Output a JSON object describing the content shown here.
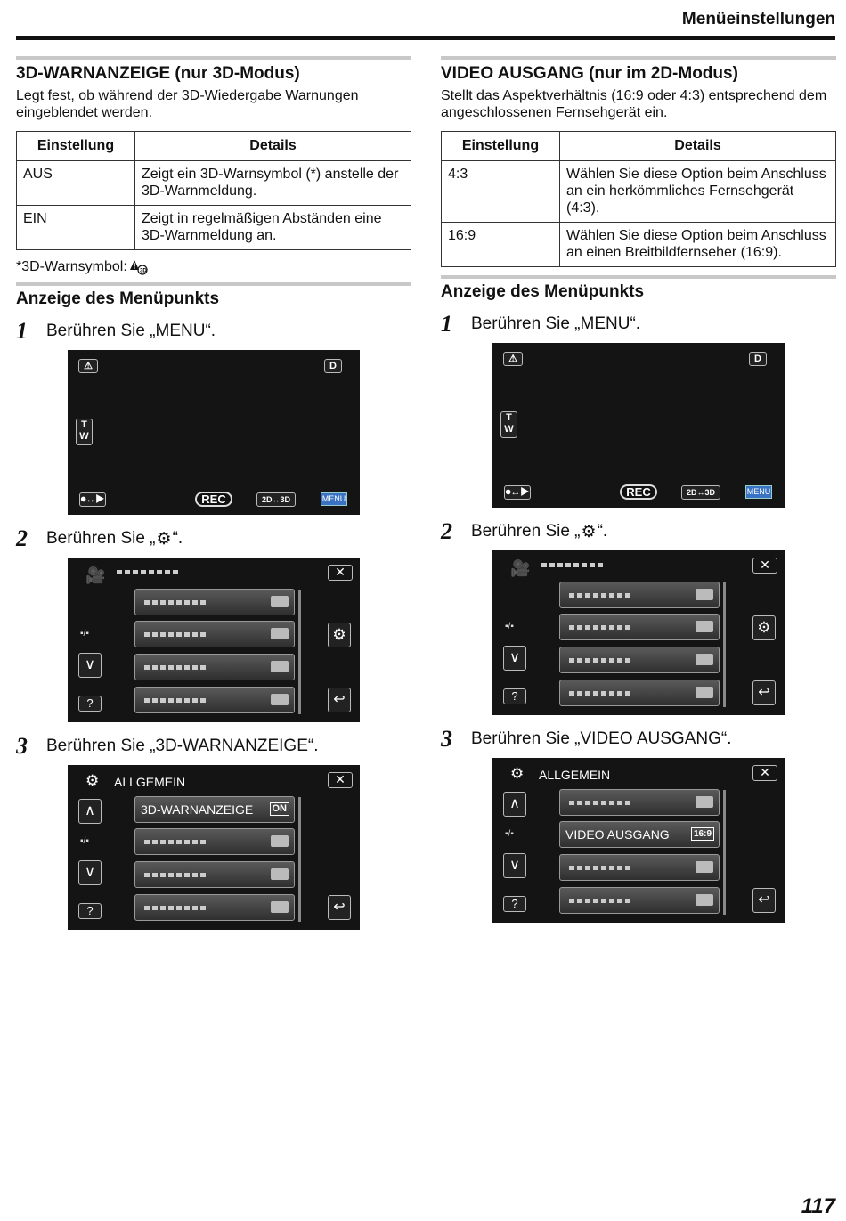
{
  "header": {
    "title": "Menüeinstellungen"
  },
  "left": {
    "title": "3D-WARNANZEIGE (nur 3D-Modus)",
    "description": "Legt fest, ob während der 3D-Wiedergabe Warnungen eingeblendet werden.",
    "table": {
      "col1": "Einstellung",
      "col2": "Details",
      "rows": [
        {
          "setting": "AUS",
          "details": "Zeigt ein 3D-Warnsymbol (*) anstelle der 3D-Warnmeldung."
        },
        {
          "setting": "EIN",
          "details": "Zeigt in regelmäßigen Abständen eine 3D-Warnmeldung an."
        }
      ]
    },
    "note": "*3D-Warnsymbol:",
    "display_title": "Anzeige des Menüpunkts",
    "step1": "Berühren Sie „MENU“.",
    "step2_pre": "Berühren Sie „",
    "step2_post": "“.",
    "step3": "Berühren Sie „3D-WARNANZEIGE“.",
    "screen3": {
      "header": "ALLGEMEIN",
      "item": "3D-WARNANZEIGE",
      "badge": "ON"
    }
  },
  "right": {
    "title": "VIDEO AUSGANG (nur im 2D-Modus)",
    "description": "Stellt das Aspektverhältnis (16:9 oder 4:3) entsprechend dem angeschlossenen Fernsehgerät ein.",
    "table": {
      "col1": "Einstellung",
      "col2": "Details",
      "rows": [
        {
          "setting": "4:3",
          "details": "Wählen Sie diese Option beim Anschluss an ein herkömmliches Fernsehgerät (4:3)."
        },
        {
          "setting": "16:9",
          "details": "Wählen Sie diese Option beim Anschluss an einen Breitbildfernseher (16:9)."
        }
      ]
    },
    "display_title": "Anzeige des Menüpunkts",
    "step1": "Berühren Sie „MENU“.",
    "step2_pre": "Berühren Sie „",
    "step2_post": "“.",
    "step3": "Berühren Sie „VIDEO AUSGANG“.",
    "screen3": {
      "header": "ALLGEMEIN",
      "item": "VIDEO AUSGANG",
      "badge": "16:9"
    }
  },
  "screen": {
    "d_label": "D",
    "t": "T",
    "w": "W",
    "rec": "REC",
    "mode": "2D↔3D",
    "menu": "MENU",
    "help": "?"
  },
  "steps": [
    "1",
    "2",
    "3"
  ],
  "page_number": "117"
}
